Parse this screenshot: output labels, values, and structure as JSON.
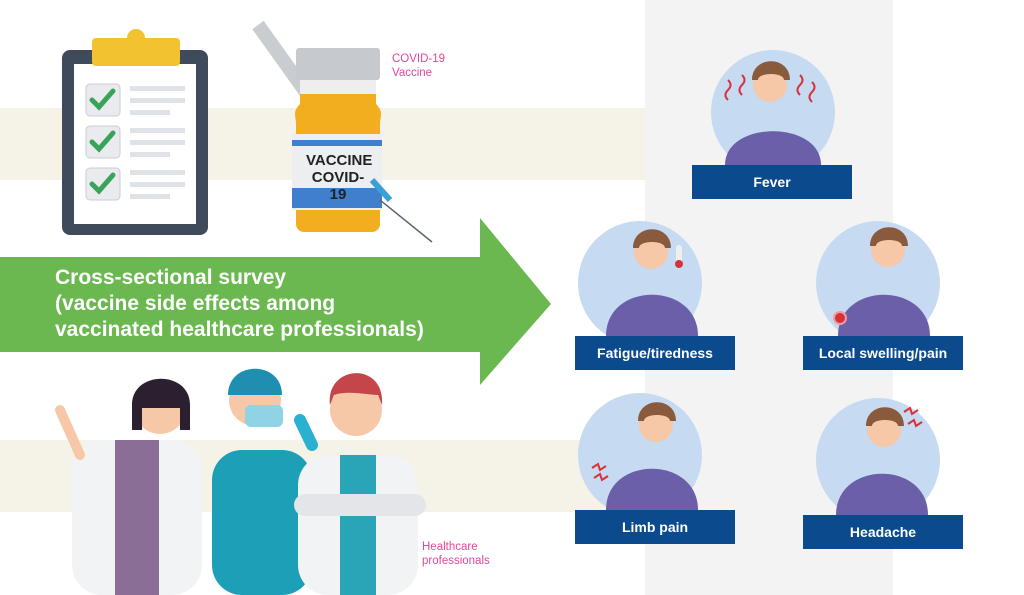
{
  "arrow": {
    "line1": "Cross-sectional survey",
    "line2": "(vaccine side effects among",
    "line3": "vaccinated healthcare professionals)"
  },
  "vaccine": {
    "caption_line1": "COVID-19",
    "caption_line2": "Vaccine",
    "label_line1": "VACCINE",
    "label_line2": "COVID-19"
  },
  "people_caption": {
    "line1": "Healthcare",
    "line2": "professionals"
  },
  "side_effects": [
    {
      "label": "Fever"
    },
    {
      "label": "Fatigue/tiredness"
    },
    {
      "label": "Local swelling/pain"
    },
    {
      "label": "Limb pain"
    },
    {
      "label": "Headache"
    }
  ],
  "colors": {
    "arrow": "#6ab84f",
    "label_bg": "#0b4a8d",
    "accent_pink": "#e0489a",
    "circle": "#c6daf1",
    "shirt": "#6a5fa8"
  }
}
